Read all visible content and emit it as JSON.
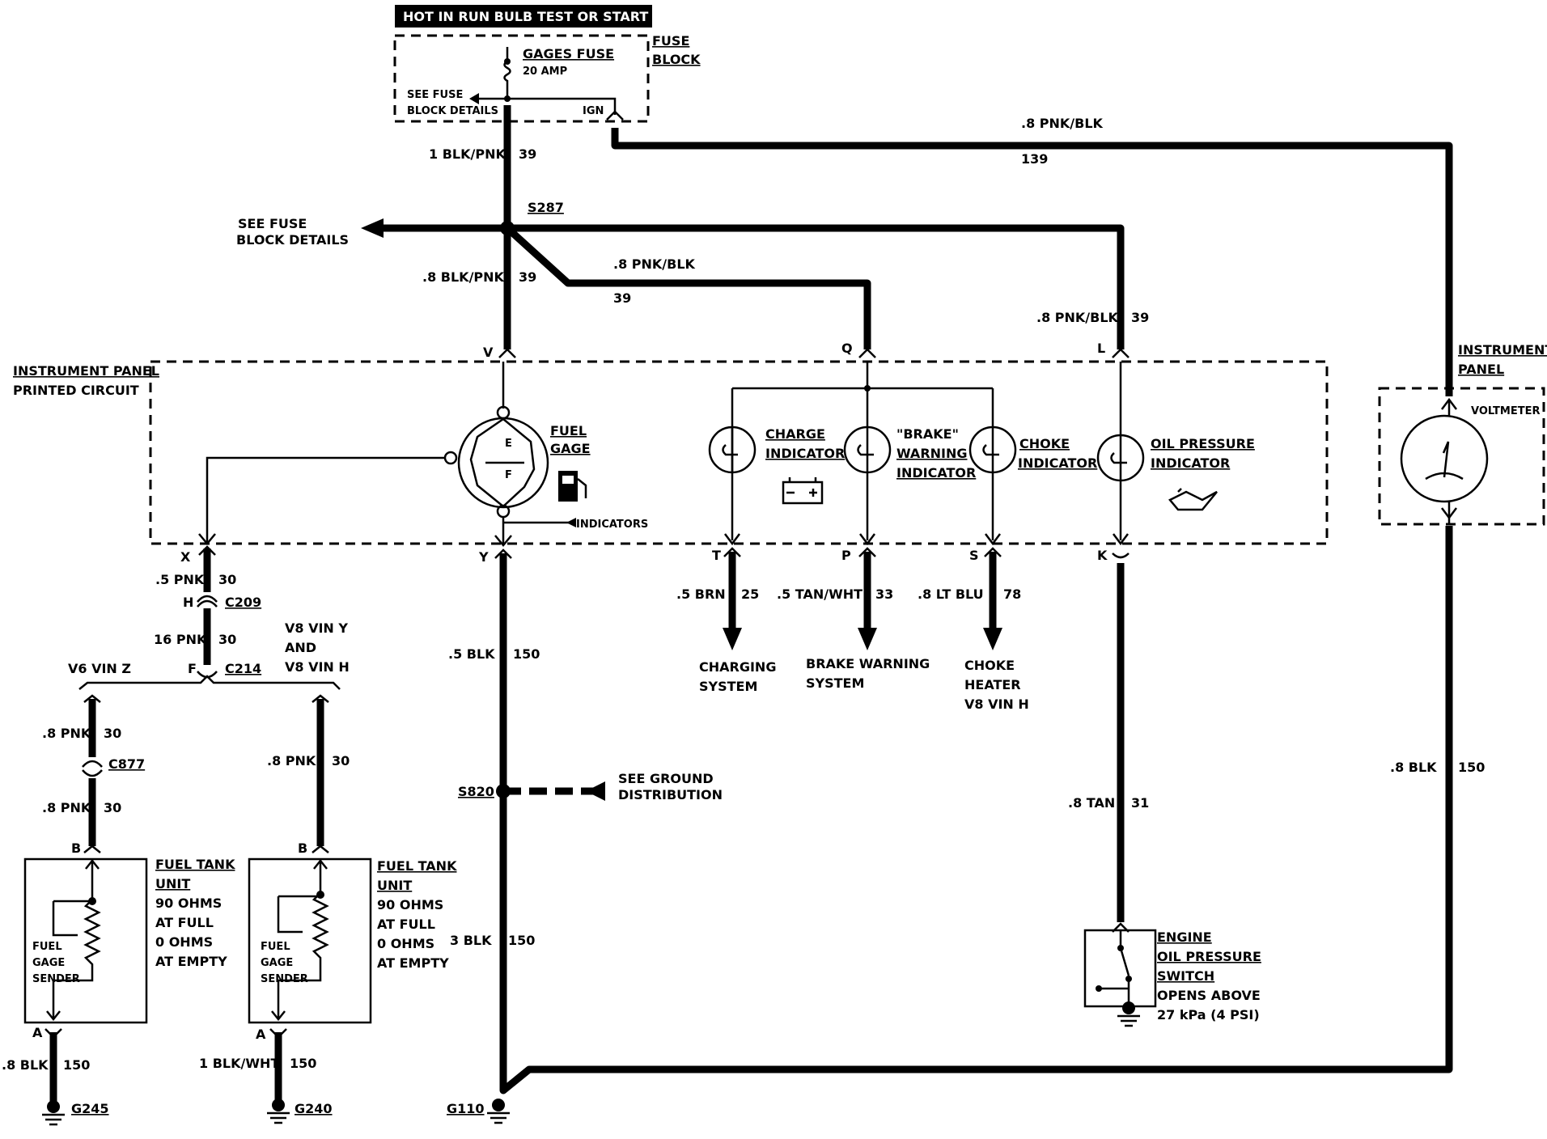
{
  "header": {
    "banner": "HOT IN RUN BULB TEST OR START"
  },
  "fuse_block": {
    "title_line1": "FUSE",
    "title_line2": "BLOCK",
    "fuse_name": "GAGES FUSE",
    "fuse_rating": "20 AMP",
    "see_details_1": "SEE FUSE",
    "see_details_2": "BLOCK DETAILS",
    "ign": "IGN"
  },
  "splice_s287": {
    "name": "S287",
    "see_1": "SEE FUSE",
    "see_2": "BLOCK DETAILS"
  },
  "wires": {
    "w_39_top": {
      "gauge": "1 BLK/PNK",
      "circuit": "39"
    },
    "w_39_mid": {
      "gauge": ".8 BLK/PNK",
      "circuit": "39"
    },
    "w_39_q": {
      "gauge": ".8 PNK/BLK",
      "circuit": "39"
    },
    "w_39_l": {
      "gauge": ".8 PNK/BLK",
      "circuit": "39"
    },
    "w_139": {
      "gauge": ".8 PNK/BLK",
      "circuit": "139"
    },
    "w_x": {
      "gauge": ".5 PNK",
      "circuit": "30"
    },
    "w_h": {
      "gauge": "16 PNK",
      "circuit": "30"
    },
    "w_v6_top": {
      "gauge": ".8 PNK",
      "circuit": "30"
    },
    "w_v6_bot": {
      "gauge": ".8 PNK",
      "circuit": "30"
    },
    "w_v8": {
      "gauge": ".8 PNK",
      "circuit": "30"
    },
    "w_y": {
      "gauge": ".5 BLK",
      "circuit": "150"
    },
    "w_y_low": {
      "gauge": "3 BLK",
      "circuit": "150"
    },
    "w_t": {
      "gauge": ".5 BRN",
      "circuit": "25"
    },
    "w_p": {
      "gauge": ".5 TAN/WHT",
      "circuit": "33"
    },
    "w_s": {
      "gauge": ".8 LT BLU",
      "circuit": "78"
    },
    "w_k": {
      "gauge": ".8 TAN",
      "circuit": "31"
    },
    "w_volt_gnd": {
      "gauge": ".8 BLK",
      "circuit": "150"
    },
    "w_g245": {
      "gauge": ".8 BLK",
      "circuit": "150"
    },
    "w_g240": {
      "gauge": "1 BLK/WHT",
      "circuit": "150"
    }
  },
  "panel": {
    "title_1": "INSTRUMENT PANEL",
    "title_2": "PRINTED CIRCUIT",
    "pins": {
      "v": "V",
      "q": "Q",
      "l": "L",
      "x": "X",
      "y": "Y",
      "t": "T",
      "p": "P",
      "s": "S",
      "k": "K"
    },
    "fuel_gage_1": "FUEL",
    "fuel_gage_2": "GAGE",
    "gage_e": "E",
    "gage_f": "F",
    "indicators": "INDICATORS",
    "charge_1": "CHARGE",
    "charge_2": "INDICATOR",
    "brake_1": "\"BRAKE\"",
    "brake_2": "WARNING",
    "brake_3": "INDICATOR",
    "choke_1": "CHOKE",
    "choke_2": "INDICATOR",
    "oil_1": "OIL PRESSURE",
    "oil_2": "INDICATOR"
  },
  "connectors": {
    "h": "H",
    "c209": "C209",
    "f": "F",
    "c214": "C214",
    "c877": "C877"
  },
  "variants": {
    "v6": "V6 VIN Z",
    "v8_1": "V8 VIN Y",
    "v8_2": "AND",
    "v8_3": "V8 VIN H"
  },
  "destinations": {
    "charging_1": "CHARGING",
    "charging_2": "SYSTEM",
    "brake_1": "BRAKE WARNING",
    "brake_2": "SYSTEM",
    "choke_1": "CHOKE",
    "choke_2": "HEATER",
    "choke_3": "V8 VIN H"
  },
  "ground": {
    "s820": "S820",
    "see_1": "SEE GROUND",
    "see_2": "DISTRIBUTION",
    "g110": "G110",
    "g245": "G245",
    "g240": "G240"
  },
  "tank_units": {
    "pin_b": "B",
    "pin_a": "A",
    "title_1": "FUEL TANK",
    "title_2": "UNIT",
    "spec_1": "90 OHMS",
    "spec_2": "AT FULL",
    "spec_3": "0 OHMS",
    "spec_4": "AT EMPTY",
    "sender_1": "FUEL",
    "sender_2": "GAGE",
    "sender_3": "SENDER"
  },
  "oil_switch": {
    "title_1": "ENGINE",
    "title_2": "OIL PRESSURE",
    "title_3": "SWITCH",
    "note_1": "OPENS ABOVE",
    "note_2": "27 kPa (4 PSI)"
  },
  "voltmeter": {
    "panel_1": "INSTRUMENT",
    "panel_2": "PANEL",
    "name": "VOLTMETER"
  }
}
